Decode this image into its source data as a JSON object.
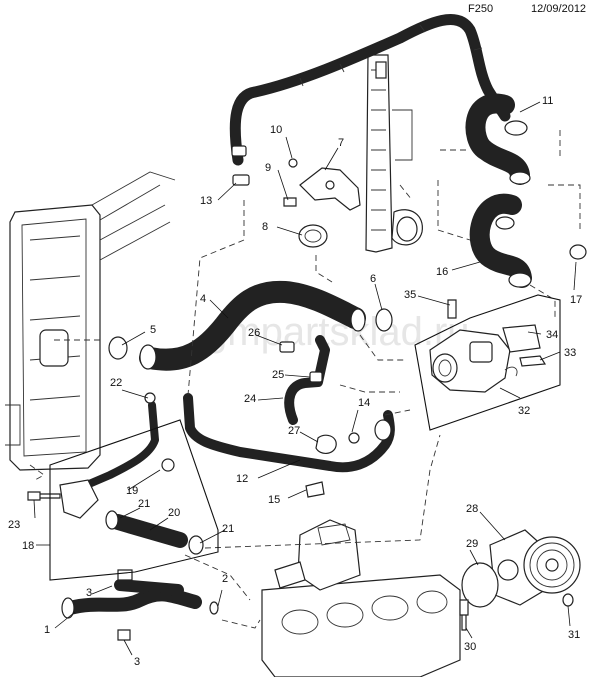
{
  "header": {
    "figure_code": "F250",
    "date": "12/09/2012"
  },
  "watermark": "gmpartsklad.ru",
  "callouts": [
    "1",
    "2",
    "3",
    "3",
    "4",
    "5",
    "6",
    "7",
    "8",
    "9",
    "10",
    "11",
    "12",
    "13",
    "14",
    "15",
    "16",
    "17",
    "18",
    "19",
    "20",
    "21",
    "21",
    "22",
    "23",
    "24",
    "25",
    "26",
    "27",
    "28",
    "29",
    "30",
    "31",
    "32",
    "33",
    "34",
    "35"
  ]
}
